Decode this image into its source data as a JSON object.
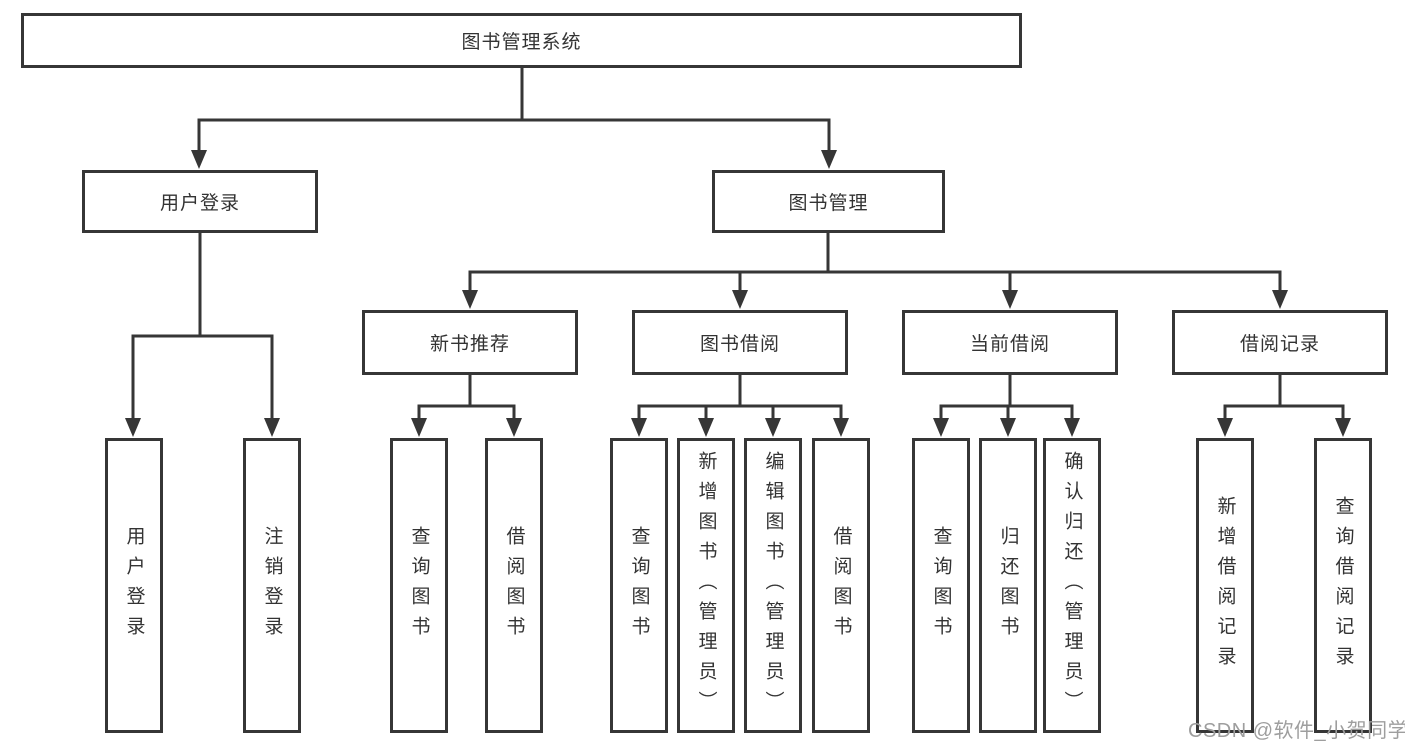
{
  "diagram": {
    "root": "图书管理系统",
    "level2": [
      "用户登录",
      "图书管理"
    ],
    "level3": [
      "新书推荐",
      "图书借阅",
      "当前借阅",
      "借阅记录"
    ],
    "leaves": [
      "用户登录",
      "注销登录",
      "查询图书",
      "借阅图书",
      "查询图书",
      "新增图书（管理员）",
      "编辑图书（管理员）",
      "借阅图书",
      "查询图书",
      "归还图书",
      "确认归还（管理员）",
      "新增借阅记录",
      "查询借阅记录"
    ],
    "watermark": "CSDN @软件_小贺同学",
    "colors": {
      "line": "#363636",
      "text": "#333333",
      "watermark": "#9e9e9e",
      "background": "#ffffff"
    }
  }
}
